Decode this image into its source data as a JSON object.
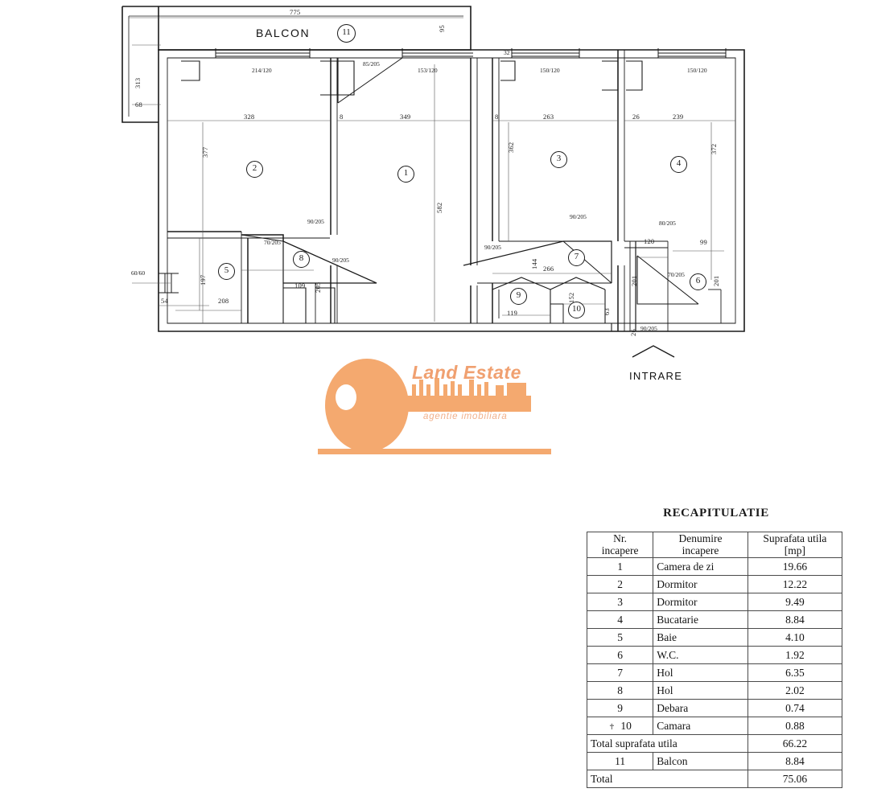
{
  "plan": {
    "labels": {
      "balcon": "BALCON",
      "intrare": "INTRARE"
    },
    "room_numbers": [
      "1",
      "2",
      "3",
      "4",
      "5",
      "6",
      "7",
      "8",
      "9",
      "10",
      "11"
    ],
    "dimensions": {
      "balcony_width": "775",
      "balcony_right": "95",
      "left_outer": "313",
      "left_offset": "68",
      "left_window": "60/60",
      "room2_width": "328",
      "wall_gap_a": "8",
      "room1_width": "349",
      "wall_gap_b": "8",
      "room3_width": "263",
      "wall_gap_c": "26",
      "room4_width": "239",
      "room2_height": "377",
      "room1_height": "582",
      "room3_height": "362",
      "room4_height": "372",
      "room5_height": "197",
      "room5_width": "208",
      "room5_left": "54",
      "hall7_height": "144",
      "hall7_width": "266",
      "room9_width": "119",
      "room10_width": "152",
      "room10_height": "63",
      "room6_left": "120",
      "room6_right": "99",
      "room6_height": "201",
      "room8_height": "109",
      "corner_201": "201",
      "corner_26": "26"
    },
    "openings": {
      "room2_window": "214/120",
      "balcony_door": "85/205",
      "room1_window": "153/120",
      "room3_window": "150/120",
      "room4_window": "150/120",
      "gap_32": "32",
      "door_70_205_a": "70/205",
      "door_90_205_a": "90/205",
      "door_90_205_b": "90/205",
      "door_90_205_c": "90/205",
      "door_90_205_d": "90/205",
      "door_80_205": "80/205",
      "door_70_205_b": "70/205",
      "door_90_205_e": "90/205",
      "room8_inner": "205"
    }
  },
  "recap": {
    "title": "RECAPITULATIE",
    "headers": {
      "nr_line1": "Nr.",
      "nr_line2": "incapere",
      "name_line1": "Denumire",
      "name_line2": "incapere",
      "area_line1": "Suprafata utila",
      "area_line2": "[mp]"
    },
    "rows": [
      {
        "nr": "1",
        "name": "Camera de zi",
        "area": "19.66"
      },
      {
        "nr": "2",
        "name": "Dormitor",
        "area": "12.22"
      },
      {
        "nr": "3",
        "name": "Dormitor",
        "area": "9.49"
      },
      {
        "nr": "4",
        "name": "Bucatarie",
        "area": "8.84"
      },
      {
        "nr": "5",
        "name": "Baie",
        "area": "4.10"
      },
      {
        "nr": "6",
        "name": "W.C.",
        "area": "1.92"
      },
      {
        "nr": "7",
        "name": "Hol",
        "area": "6.35"
      },
      {
        "nr": "8",
        "name": "Hol",
        "area": "2.02"
      },
      {
        "nr": "9",
        "name": "Debara",
        "area": "0.74"
      },
      {
        "nr": "10",
        "name": "Camara",
        "area": "0.88"
      }
    ],
    "total_util_label": "Total suprafata utila",
    "total_util_value": "66.22",
    "balcony_nr": "11",
    "balcony_name": "Balcon",
    "balcony_area": "8.84",
    "total_label": "Total",
    "total_value": "75.06"
  },
  "logo": {
    "brand": "Land Estate",
    "subtitle": "agentie imobiliara",
    "color": "#f4a96f"
  }
}
